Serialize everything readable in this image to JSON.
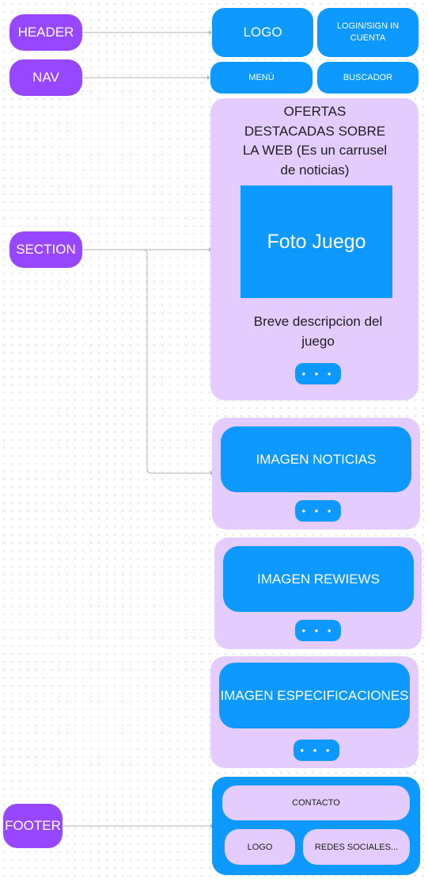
{
  "labels": {
    "header": "HEADER",
    "nav": "NAV",
    "section": "SECTION",
    "footer": "FOOTER"
  },
  "header": {
    "logo": "LOGO",
    "login": "LOGIN/SIGN IN CUENTA"
  },
  "nav": {
    "menu": "MENÚ",
    "search": "BUSCADOR"
  },
  "offers": {
    "title": "OFERTAS DESTACADAS SOBRE LA WEB (Es un carrusel de noticias)",
    "photo": "Foto Juego",
    "description": "Breve descripcion del juego",
    "dots": "• • •"
  },
  "news": {
    "image": "IMAGEN  NOTICIAS",
    "dots": "• • •"
  },
  "reviews": {
    "image": "IMAGEN  REWIEWS",
    "dots": "• • •"
  },
  "specs": {
    "image": "IMAGEN  ESPECIFICACIONES",
    "dots": "• • •"
  },
  "footer": {
    "contact": "CONTACTO",
    "logo": "LOGO",
    "social": "REDES SOCIALES..."
  },
  "colors": {
    "tag": "#9747ff",
    "blue": "#0d99ff",
    "lavender": "#e4ccff"
  }
}
